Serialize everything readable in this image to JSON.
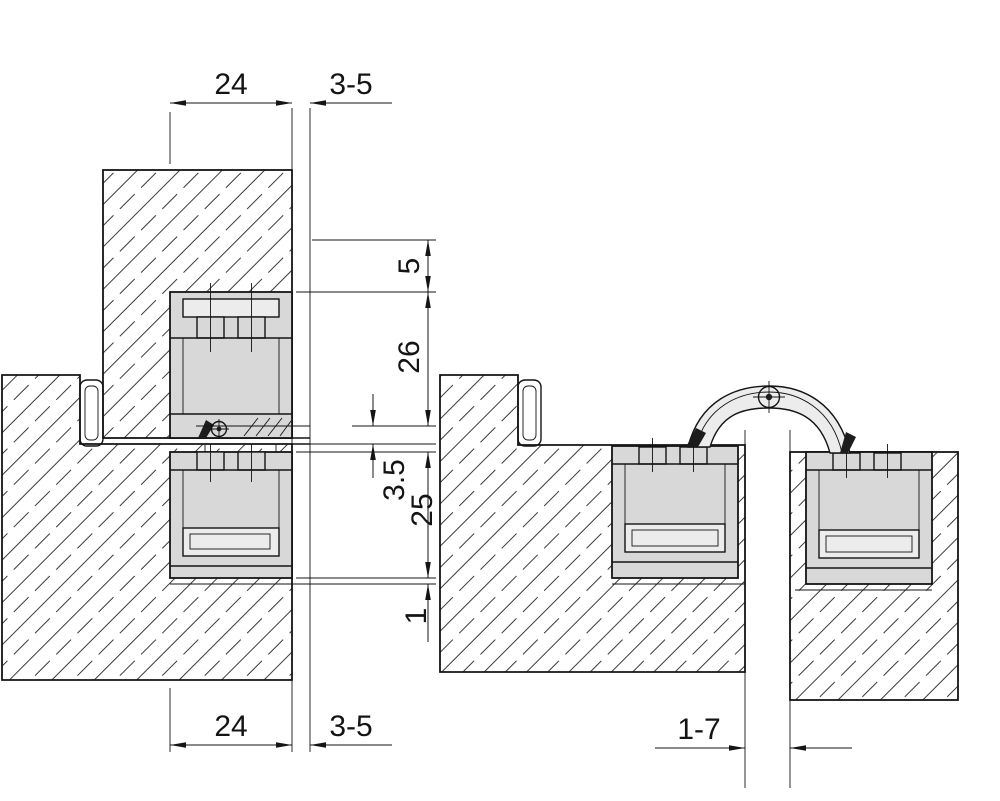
{
  "drawing": {
    "dims": {
      "top_width": "24",
      "top_gap": "3-5",
      "edge_inset": "5",
      "door_body": "26",
      "axis_offset": "3.5",
      "frame_body": "25",
      "clearance": "1",
      "bottom_width": "24",
      "bottom_gap": "3-5",
      "open_gap": "1-7"
    },
    "colors": {
      "line": "#141414",
      "hinge_body": "#d8d8d8",
      "hinge_light": "#ececec",
      "background": "#ffffff"
    }
  }
}
